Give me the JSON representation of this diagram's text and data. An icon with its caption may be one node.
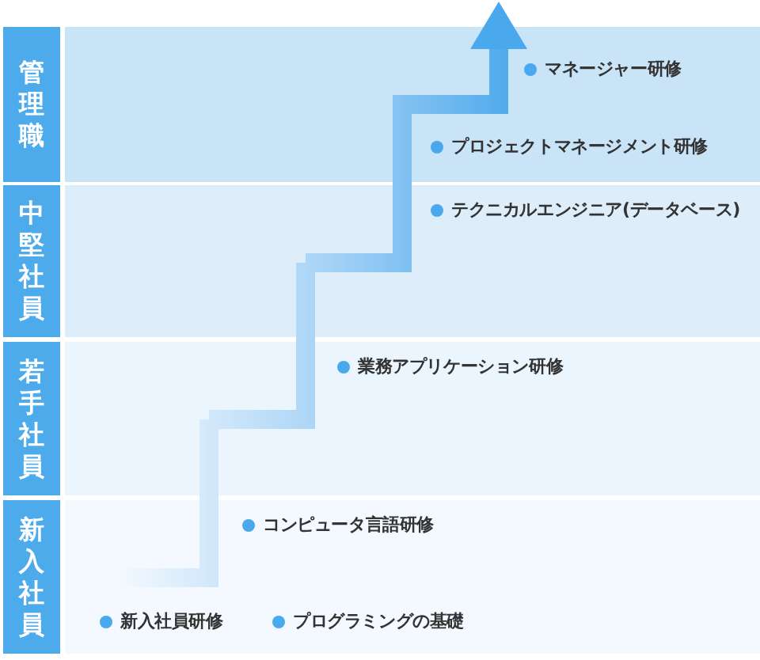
{
  "diagram": {
    "nodes": [
      {
        "text": [
          "管理職"
        ]
      },
      {
        "text": [
          "中堅社員"
        ]
      },
      {
        "text": [
          "若手社員"
        ]
      },
      {
        "text": [
          "新入社員"
        ]
      }
    ],
    "edges": [
      {
        "from": 3,
        "to": 2,
        "arrow": "none"
      },
      {
        "from": 2,
        "to": 1,
        "arrow": "none"
      },
      {
        "from": 1,
        "to": 0,
        "arrow": "to"
      }
    ],
    "labels": [
      "マネージャー研修",
      "プロジェクトマネージメント研修",
      "テクニカルエンジニア(データベース)",
      "業務アプリケーション研修",
      "コンピュータ言語研修",
      "新入社員研修",
      "プログラミングの基礎"
    ]
  }
}
